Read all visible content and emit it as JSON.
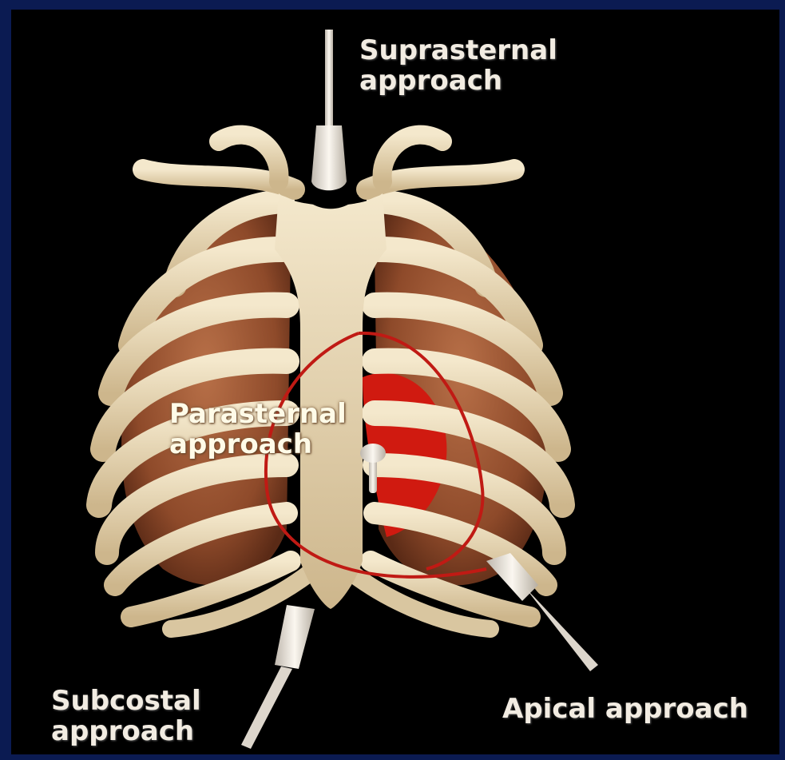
{
  "labels": {
    "suprasternal": [
      "Suprasternal",
      "approach"
    ],
    "parasternal": [
      "Parasternal",
      "approach"
    ],
    "subcostal": [
      "Subcostal",
      "approach"
    ],
    "apical": "Apical approach"
  },
  "colors": {
    "background": "#000000",
    "border": "#0b1b52",
    "bone": "#e6d6b4",
    "lung": "#a8603c",
    "heart": "#d01a10",
    "pathway": "#c01a14",
    "probe": "#ece6dc"
  }
}
